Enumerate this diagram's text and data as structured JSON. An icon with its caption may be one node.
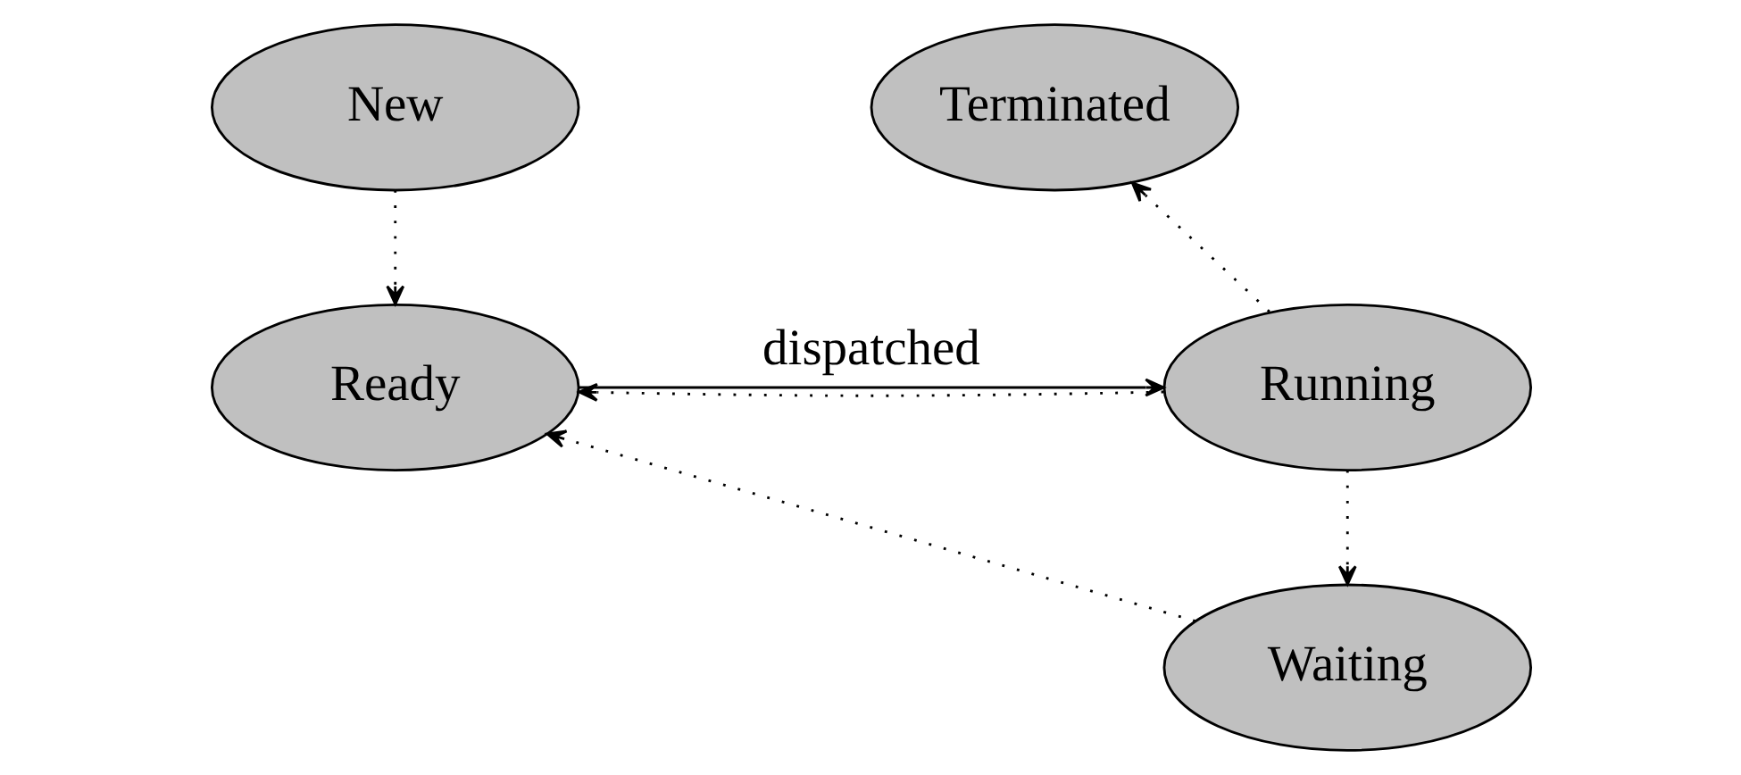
{
  "diagram": {
    "nodes": [
      {
        "text": [
          "New"
        ]
      },
      {
        "text": [
          "Terminated"
        ]
      },
      {
        "text": [
          "Ready"
        ]
      },
      {
        "text": [
          "Running"
        ]
      },
      {
        "text": [
          "Waiting"
        ]
      }
    ],
    "edges": [
      {
        "from": 0,
        "to": 2,
        "arrow": "to",
        "style": "dashed"
      },
      {
        "from": 2,
        "to": 3,
        "arrow": "to",
        "label": "dispatched"
      },
      {
        "from": 3,
        "to": 2,
        "arrow": "to",
        "style": "dashed"
      },
      {
        "from": 3,
        "to": 1,
        "arrow": "to",
        "style": "dashed"
      },
      {
        "from": 3,
        "to": 4,
        "arrow": "to",
        "style": "dashed"
      },
      {
        "from": 4,
        "to": 2,
        "arrow": "to",
        "style": "dashed"
      }
    ]
  }
}
